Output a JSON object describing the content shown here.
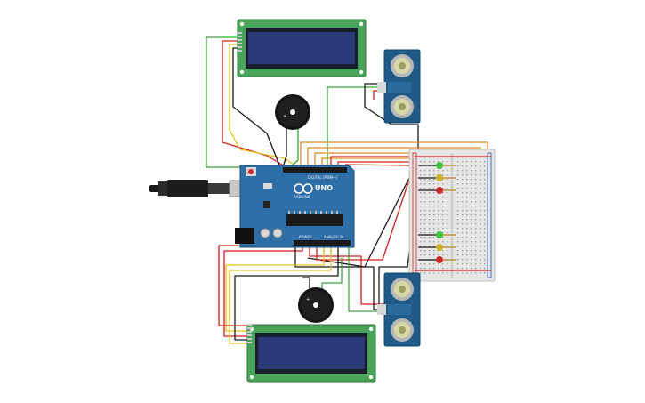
{
  "board": {
    "model": "UNO",
    "brand": "ARDUINO",
    "header_digital": "DIGITAL (PWM~)",
    "header_power": "POWER",
    "header_analog": "ANALOG IN"
  },
  "colors": {
    "board": "#2f6fa8",
    "lcd_pcb": "#4aa35a",
    "lcd_screen": "#23346e",
    "sensor_pcb": "#1f5b86",
    "breadboard": "#e6e6e6",
    "wire_red": "#d21f1f",
    "wire_black": "#1a1a1a",
    "wire_green": "#3aa63a",
    "wire_orange": "#e08a1e",
    "wire_yellow": "#e6c31c"
  },
  "leds": [
    "green",
    "yellow",
    "red",
    "green",
    "yellow",
    "red"
  ]
}
